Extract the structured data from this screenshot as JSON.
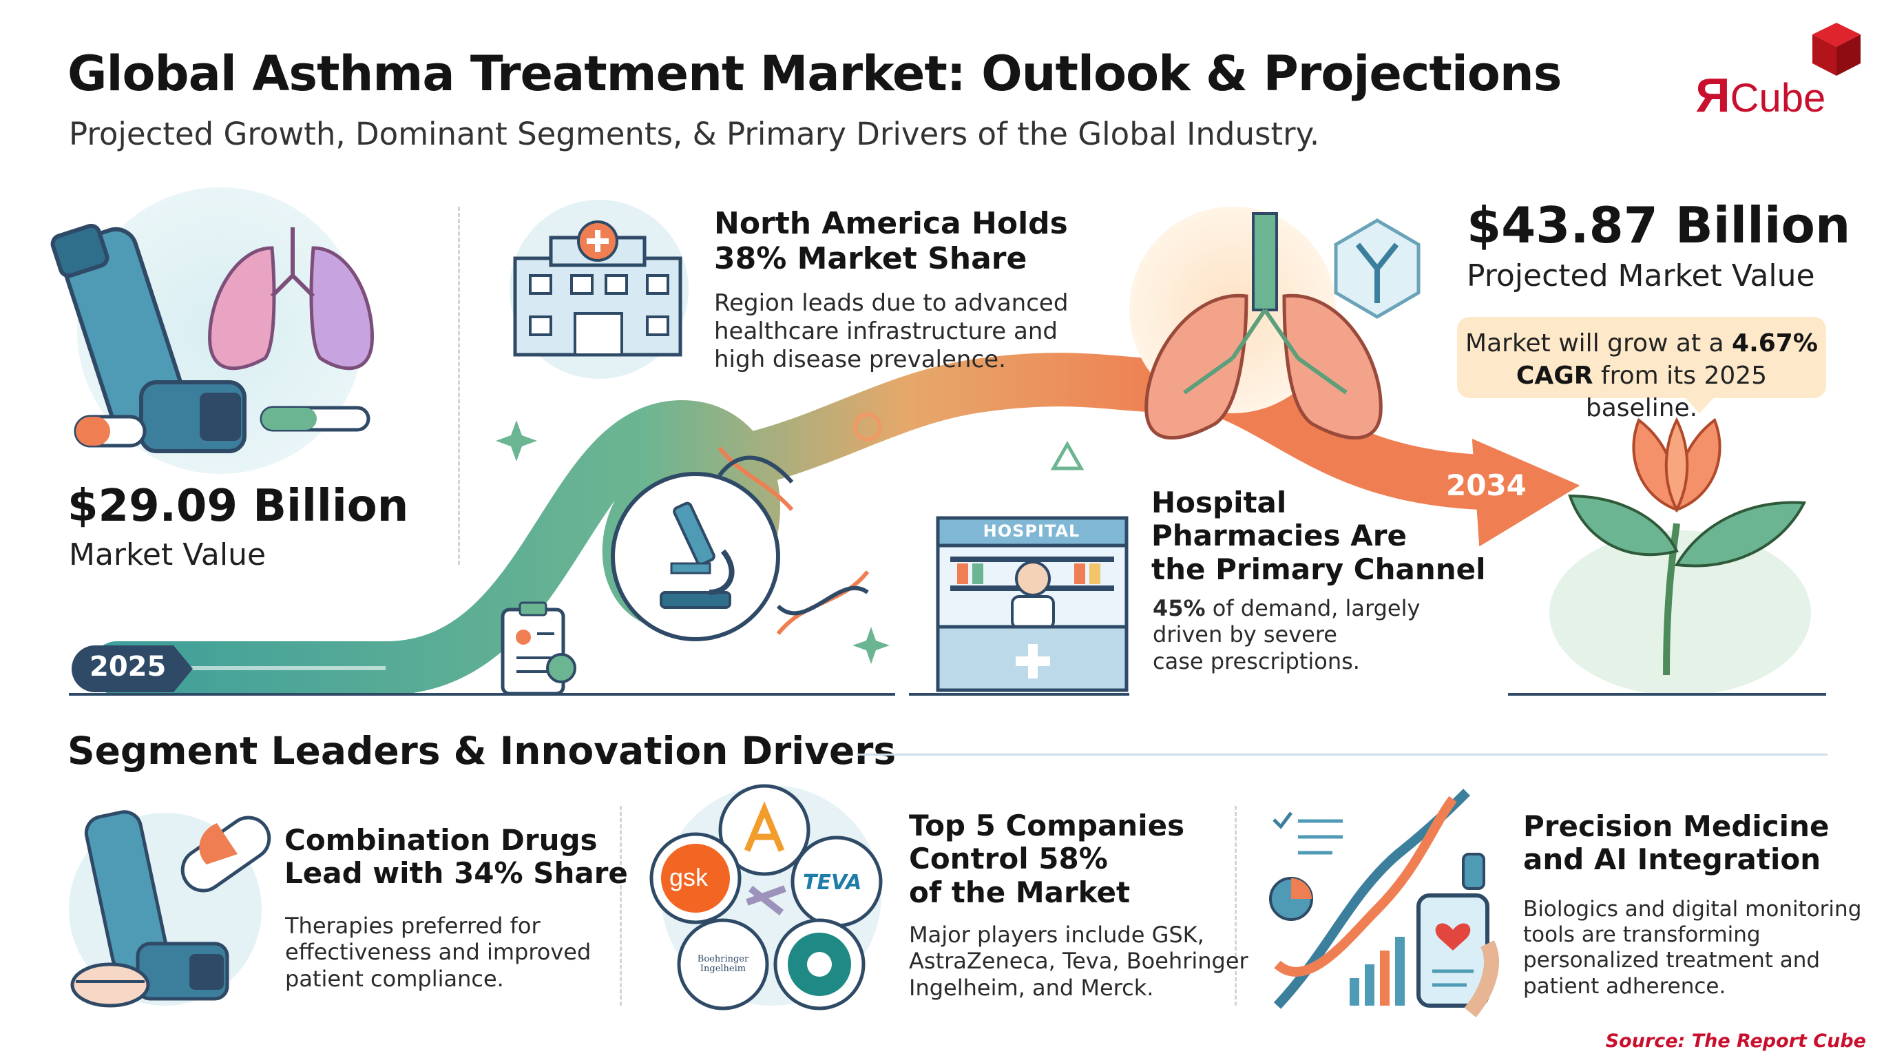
{
  "header": {
    "title": "Global Asthma Treatment Market: Outlook & Projections",
    "subtitle": "Projected Growth, Dominant Segments, & Primary Drivers of the Global Industry."
  },
  "logo": {
    "mark": "R",
    "word": "Cube"
  },
  "timeline": {
    "start_year": "2025",
    "end_year": "2034"
  },
  "market_value": {
    "value": "$29.09 Billion",
    "label": "Market Value"
  },
  "north_america": {
    "title_line1": "North America Holds",
    "title_line2": "38% Market Share",
    "desc_line1": "Region leads due to advanced",
    "desc_line2": "healthcare infrastructure and",
    "desc_line3": "high disease prevalence."
  },
  "hospital": {
    "sign": "HOSPITAL",
    "title_line1": "Hospital",
    "title_line2": "Pharmacies Are",
    "title_line3": "the Primary Channel",
    "desc_bold": "45%",
    "desc_line1_rest": " of demand, largely",
    "desc_line2": "driven by severe",
    "desc_line3": "case prescriptions."
  },
  "projection": {
    "value": "$43.87 Billion",
    "label": "Projected Market Value",
    "bubble_pre": "Market will grow at a ",
    "bubble_bold1": "4.67%",
    "bubble_bold2": "CAGR",
    "bubble_post": " from its 2025 baseline."
  },
  "segments": {
    "title": "Segment Leaders & Innovation Drivers",
    "combination": {
      "title_line1": "Combination Drugs",
      "title_line2": "Lead with 34% Share",
      "desc_line1": "Therapies preferred for",
      "desc_line2": "effectiveness and improved",
      "desc_line3": "patient compliance."
    },
    "companies": {
      "title_line1": "Top 5 Companies",
      "title_line2": "Control 58%",
      "title_line3": "of the Market",
      "desc_line1": "Major players include GSK,",
      "desc_line2": "AstraZeneca, Teva, Boehringer",
      "desc_line3": "Ingelheim, and Merck.",
      "logo_gsk": "gsk",
      "logo_teva": "TEVA",
      "logo_bi": "Boehringer Ingelheim"
    },
    "precision": {
      "title_line1": "Precision Medicine",
      "title_line2": "and AI Integration",
      "desc_line1": "Biologics and digital monitoring",
      "desc_line2": "tools are transforming",
      "desc_line3": "personalized treatment and",
      "desc_line4": "patient adherence."
    }
  },
  "source": "Source: The Report Cube",
  "colors": {
    "teal": "#3f9f9a",
    "navy": "#2f4a66",
    "orange": "#ef7f52",
    "brand_red": "#c8102e",
    "bubble": "#fde9c9"
  }
}
